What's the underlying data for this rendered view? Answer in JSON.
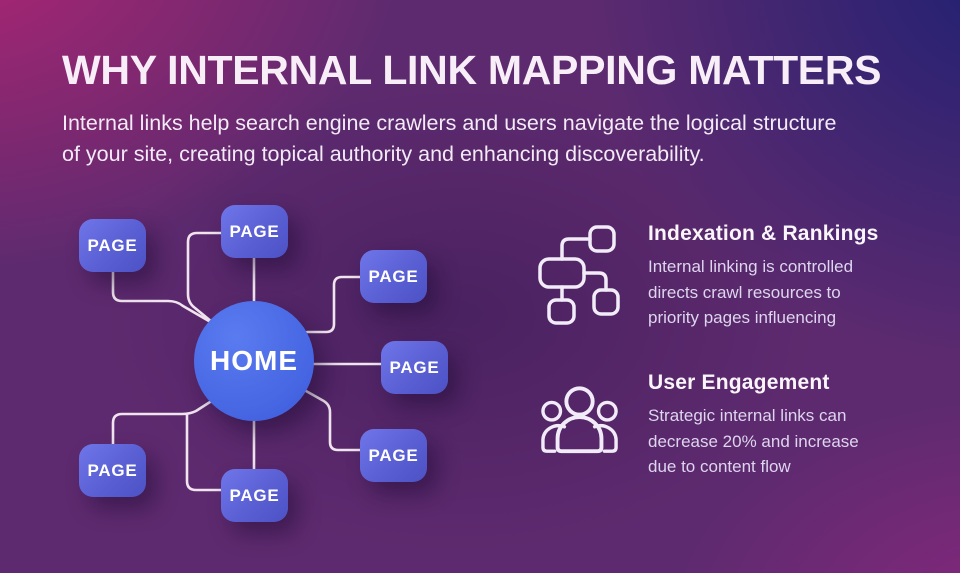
{
  "header": {
    "title": "WHY INTERNAL LINK MAPPING MATTERS",
    "subtitle_line1": "Internal links help search engine crawlers and users navigate the logical structure",
    "subtitle_line2": "of your site, creating topical authority and enhancing discoverability."
  },
  "diagram": {
    "home_label": "HOME",
    "pages": [
      {
        "label": "PAGE",
        "position": "top-left"
      },
      {
        "label": "PAGE",
        "position": "top-center"
      },
      {
        "label": "PAGE",
        "position": "right-upper"
      },
      {
        "label": "PAGE",
        "position": "right-middle"
      },
      {
        "label": "PAGE",
        "position": "right-lower"
      },
      {
        "label": "PAGE",
        "position": "bottom-center"
      },
      {
        "label": "PAGE",
        "position": "bottom-left"
      }
    ]
  },
  "sections": [
    {
      "icon": "sitemap-icon",
      "title": "Indexation & Rankings",
      "lines": [
        "Internal linking is controlled",
        "directs crawl resources to",
        "priority pages influencing"
      ]
    },
    {
      "icon": "users-icon",
      "title": "User Engagement",
      "lines": [
        "Strategic internal links can",
        "decrease 20% and increase",
        "due to content flow"
      ]
    }
  ],
  "colors": {
    "home_fill": "#4565e2",
    "page_fill": "#5a60d4",
    "connector": "#f0e4ee",
    "bg_top_left": "#a82a73",
    "bg_top_right": "#262371",
    "bg_bottom_left": "#6e2d72",
    "bg_bottom_right": "#762c7d"
  }
}
